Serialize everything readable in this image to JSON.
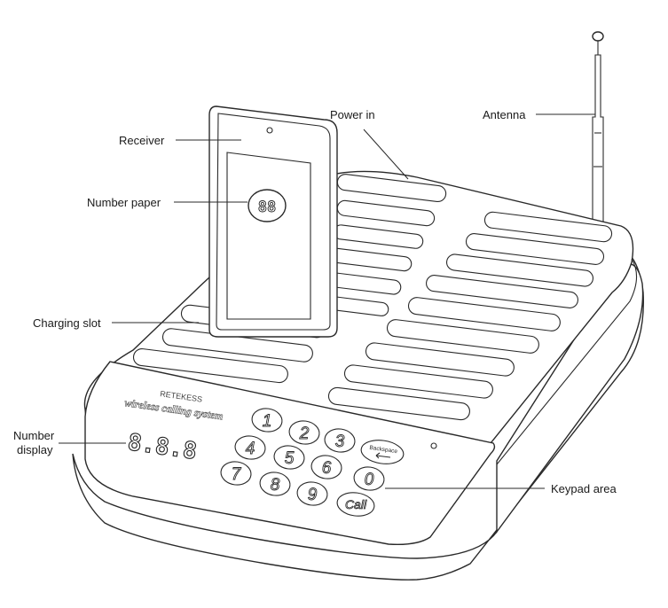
{
  "labels": {
    "receiver": "Receiver",
    "power_in": "Power in",
    "antenna": "Antenna",
    "number_paper": "Number paper",
    "charging_slot": "Charging slot",
    "number_display_line1": "Number",
    "number_display_line2": "display",
    "keypad_area": "Keypad area"
  },
  "device": {
    "brand": "RETEKESS",
    "subtitle": "wireless calling system",
    "display_value": "8.8.8",
    "paper_number": "88"
  },
  "keypad": {
    "keys": [
      "1",
      "2",
      "3",
      "4",
      "5",
      "6",
      "7",
      "8",
      "9",
      "0"
    ],
    "backspace_label": "Backspace",
    "call_label": "Call"
  }
}
